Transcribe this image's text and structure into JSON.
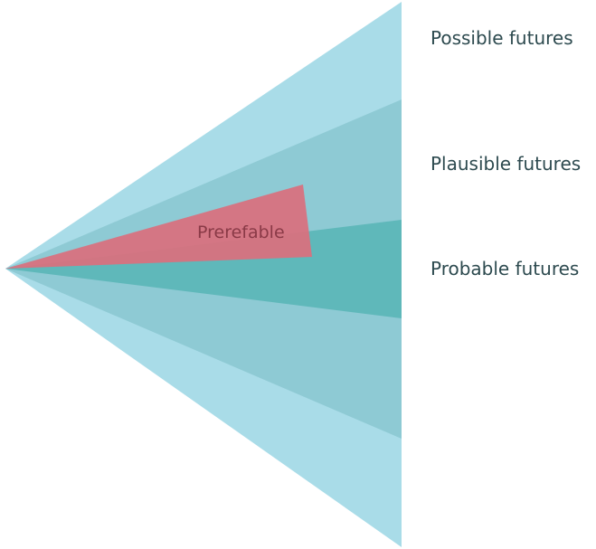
{
  "colors": {
    "possible": "#a9dce8",
    "plausible": "#8ecad4",
    "probable": "#5fb8ba",
    "preferable": "#d9707e",
    "preferable_text": "#8a3a47",
    "label_text": "#2d4a4f"
  },
  "labels": {
    "possible": "Possible futures",
    "plausible": "Plausible futures",
    "probable": "Probable futures",
    "preferable": "Prerefable"
  }
}
